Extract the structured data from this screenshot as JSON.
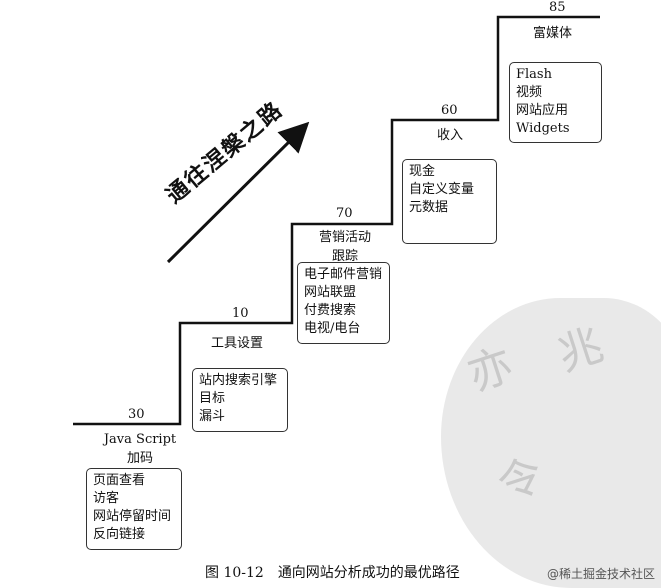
{
  "figure": {
    "slogan": "通往涅槃之路",
    "steps": [
      {
        "value": "30",
        "title_lines": [
          "Java Script",
          "加码"
        ],
        "items": [
          "页面查看",
          "访客",
          "网站停留时间",
          "反向链接"
        ]
      },
      {
        "value": "10",
        "title_lines": [
          "工具设置"
        ],
        "items": [
          "站内搜索引擎",
          "目标",
          "漏斗"
        ]
      },
      {
        "value": "70",
        "title_lines": [
          "营销活动",
          "跟踪"
        ],
        "items": [
          "电子邮件营销",
          "网站联盟",
          "付费搜索",
          "电视/电台"
        ]
      },
      {
        "value": "60",
        "title_lines": [
          "收入"
        ],
        "items": [
          "现金",
          "自定义变量",
          "元数据"
        ]
      },
      {
        "value": "85",
        "title_lines": [
          "富媒体"
        ],
        "items": [
          "Flash",
          "视频",
          "网站应用",
          "Widgets"
        ]
      }
    ],
    "caption_number": "图 10-12",
    "caption_text": "通向网站分析成功的最优路径",
    "watermark_credit": "@稀土掘金技术社区"
  }
}
